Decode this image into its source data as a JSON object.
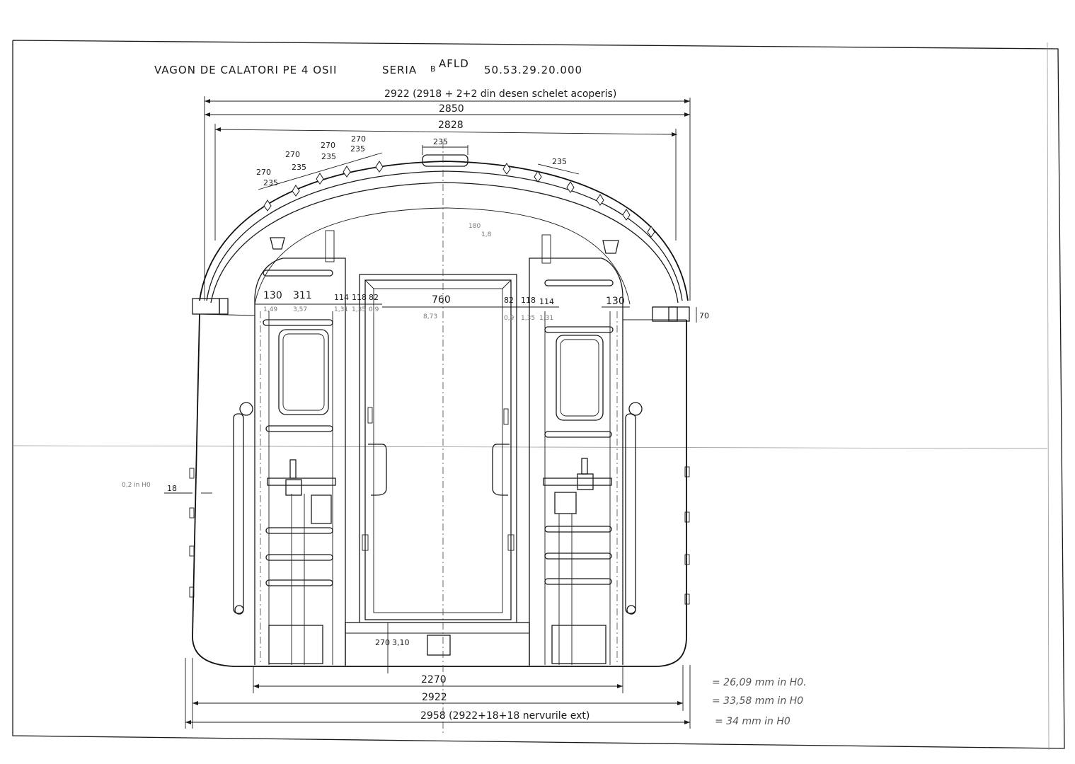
{
  "title": {
    "wagon": "VAGON DE CALATORI PE 4 OSII",
    "series_label": "SERIA",
    "series_code": "B",
    "series_sup": "AFLD",
    "number": "50.53.29.20.000"
  },
  "top_dims": {
    "d2922": "2922 (2918 + 2+2 din desen schelet acoperis)",
    "d2850": "2850",
    "d2828": "2828",
    "d235_top": "235",
    "d235_right": "235",
    "roof_270": [
      "270",
      "270",
      "270",
      "270"
    ],
    "roof_235": [
      "235",
      "235",
      "235",
      "235"
    ]
  },
  "mid_dims": [
    "130",
    "311",
    "114",
    "118",
    "82",
    "760",
    "82",
    "118",
    "114",
    "130"
  ],
  "mid_grey": [
    "1,49",
    "3,57",
    "1,31",
    "1,35",
    "0,9",
    "8,73",
    "0,9",
    "1,35",
    "1,31"
  ],
  "side_dims": {
    "d18": "18",
    "note_left": "0,2 in H0",
    "d70": "70",
    "d180": "180",
    "d18_alt": "1,8",
    "d270": "270",
    "d310": "3,10"
  },
  "bottom_dims": {
    "d2270": "2270",
    "d2922": "2922",
    "d2958": "2958 (2922+18+18 nervurile ext)"
  },
  "notes": [
    "= 26,09 mm in H0.",
    "= 33,58 mm in H0",
    "= 34 mm in H0"
  ]
}
